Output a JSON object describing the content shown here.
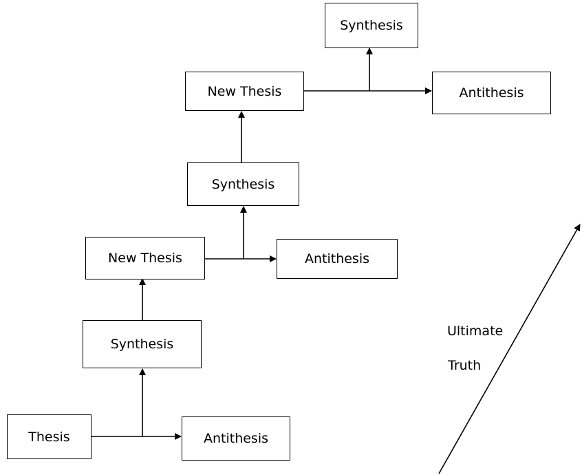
{
  "diagram": {
    "level1": {
      "thesis": "Thesis",
      "antithesis": "Antithesis",
      "synthesis": "Synthesis"
    },
    "level2": {
      "new_thesis": "New Thesis",
      "antithesis": "Antithesis",
      "synthesis": "Synthesis"
    },
    "level3": {
      "new_thesis": "New Thesis",
      "antithesis": "Antithesis",
      "synthesis": "Synthesis"
    },
    "ultimate_truth": {
      "line1": "Ultimate",
      "line2": "Truth"
    }
  }
}
